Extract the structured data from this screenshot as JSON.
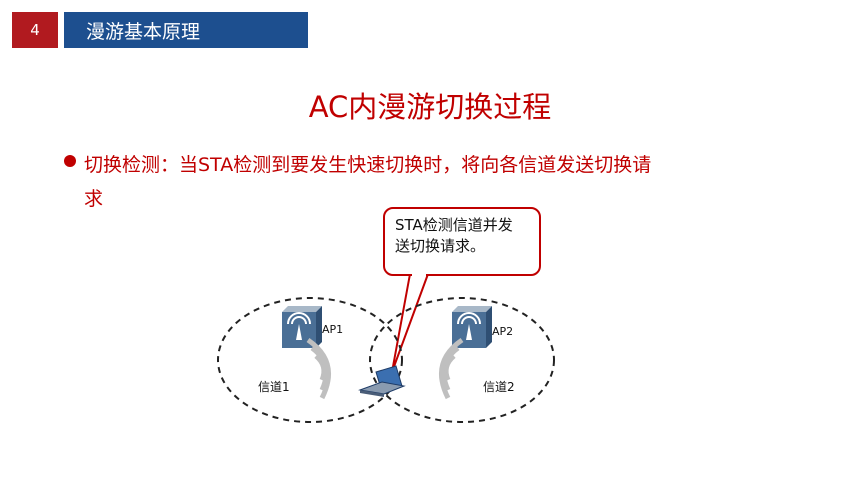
{
  "header": {
    "page_number": "4",
    "section_title": "漫游基本原理"
  },
  "slide": {
    "title": "AC内漫游切换过程",
    "bullet_line1": "切换检测：当STA检测到要发生快速切换时，将向各信道发送切换请",
    "bullet_line2": "求"
  },
  "callout": {
    "line1": "STA检测信道并发",
    "line2": "送切换请求。"
  },
  "diagram": {
    "ap1_label": "AP1",
    "ap2_label": "AP2",
    "channel1_label": "信道1",
    "channel2_label": "信道2"
  },
  "colors": {
    "accent_red": "#c00000",
    "header_blue": "#1d4f8f",
    "page_badge_red": "#b11a1f"
  }
}
